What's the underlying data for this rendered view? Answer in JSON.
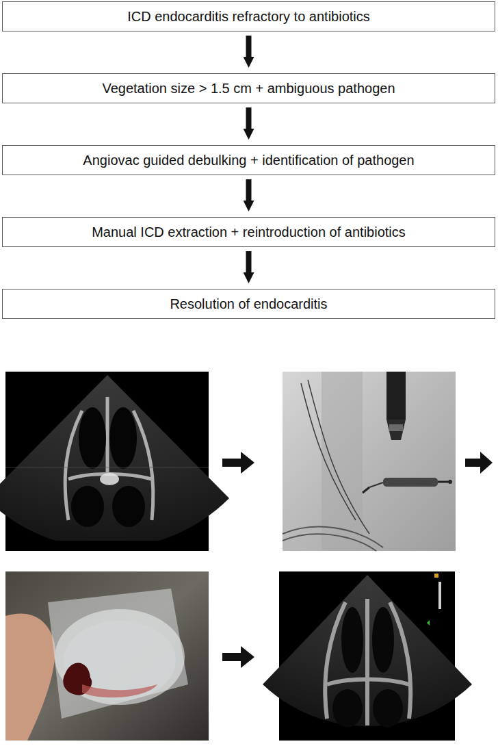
{
  "diagram": {
    "nodes": [
      {
        "text": [
          "ICD endocarditis refractory to antibiotics"
        ]
      },
      {
        "text": [
          "Vegetation size > 1.5 cm + ambiguous pathogen"
        ]
      },
      {
        "text": [
          "Angiovac guided debulking + identification of pathogen"
        ]
      },
      {
        "text": [
          "Manual ICD extraction + reintroduction of antibiotics"
        ]
      },
      {
        "text": [
          "Resolution of endocarditis"
        ]
      }
    ],
    "edges": [
      {
        "from": 0,
        "to": 1,
        "arrow": "to"
      },
      {
        "from": 1,
        "to": 2,
        "arrow": "to"
      },
      {
        "from": 2,
        "to": 3,
        "arrow": "to"
      },
      {
        "from": 3,
        "to": 4,
        "arrow": "to"
      }
    ]
  }
}
